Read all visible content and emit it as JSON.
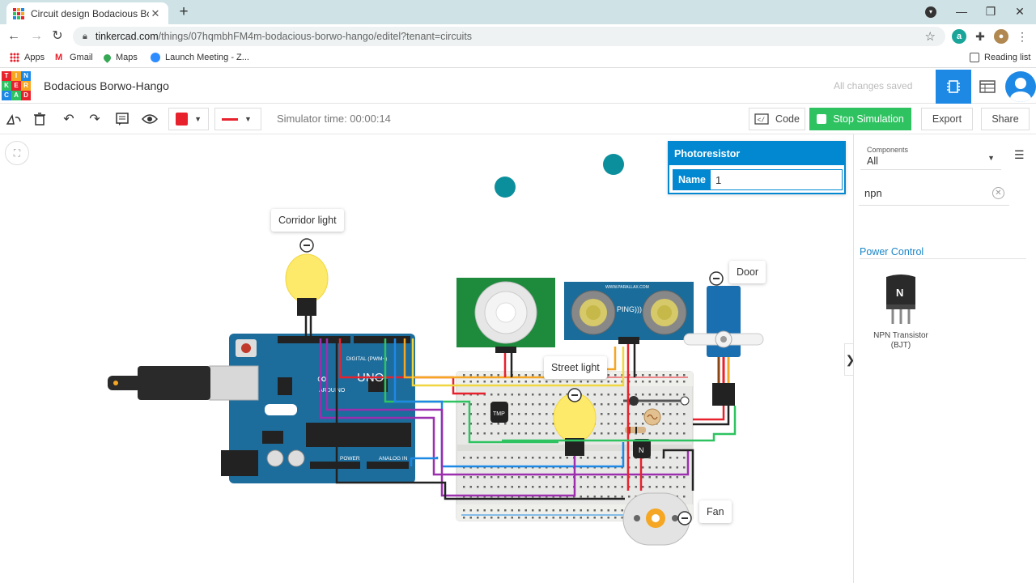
{
  "browser": {
    "tab_title": "Circuit design Bodacious Borwo-",
    "url_host": "tinkercad.com",
    "url_path": "/things/07hqmbhFM4m-bodacious-borwo-hango/editel?tenant=circuits",
    "bookmarks": [
      "Apps",
      "Gmail",
      "Maps",
      "Launch Meeting - Z..."
    ],
    "reading_list": "Reading list"
  },
  "header": {
    "logo_letters": [
      "T",
      "I",
      "N",
      "K",
      "E",
      "R",
      "C",
      "A",
      "D"
    ],
    "design_title": "Bodacious Borwo-Hango",
    "save_status": "All changes saved"
  },
  "toolbar": {
    "sim_time": "Simulator time: 00:00:14",
    "code_label": "Code",
    "stop_label": "Stop Simulation",
    "export_label": "Export",
    "share_label": "Share",
    "wire_color": "#e8222d"
  },
  "inspector": {
    "title": "Photoresistor",
    "name_key": "Name",
    "name_value": "1"
  },
  "labels": {
    "corridor_light": "Corridor light",
    "street_light": "Street light",
    "door": "Door",
    "fan": "Fan"
  },
  "board_text": {
    "uno": "UNO",
    "arduino": "ARDUINO",
    "digital": "DIGITAL (PWM~)",
    "analog": "ANALOG IN",
    "power": "POWER",
    "ping": "PING)))",
    "parallax": "WWW.PARALLAX.COM",
    "tmp": "TMP",
    "npn_chip": "N"
  },
  "panel": {
    "components_label": "Components",
    "components_value": "All",
    "search_value": "npn",
    "section_title": "Power Control",
    "part_name": "NPN Transistor (BJT)",
    "part_glyph": "N"
  }
}
